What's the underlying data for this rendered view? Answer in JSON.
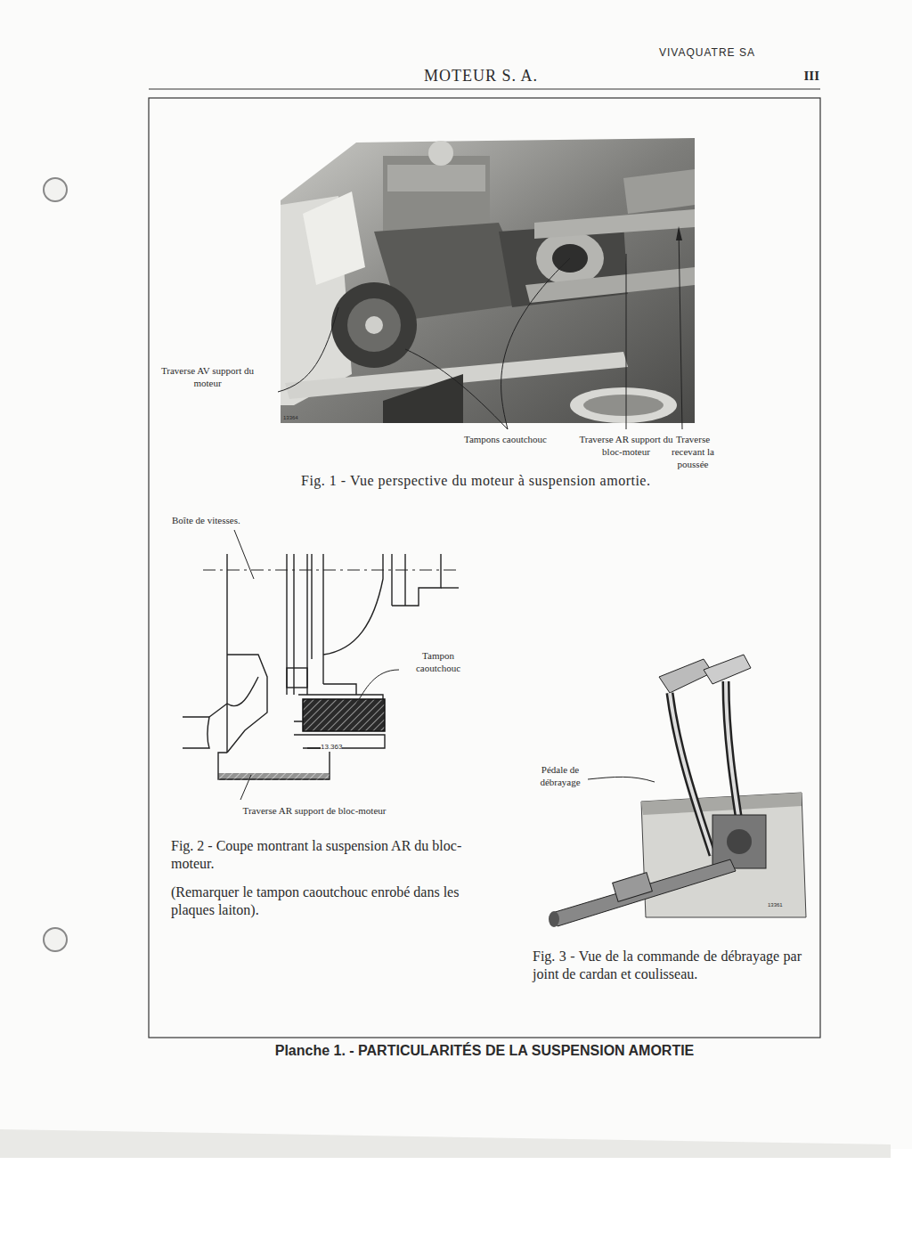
{
  "diagram": {
    "title": "MOTEUR S. A.",
    "caption": "Planche 1. - PARTICULARITÉS DE LA SUSPENSION AMORTIE",
    "labels": [
      "VIVAQUATRE SA",
      "III",
      "13364",
      "Traverse AV support du moteur",
      "Tampons caoutchouc",
      "Traverse AR support du bloc-moteur",
      "Traverse recevant la poussée",
      "Fig. 1 - Vue perspective du moteur à suspension amortie.",
      "Boîte de vitesses.",
      "Tampon caoutchouc",
      "13.363",
      "Traverse AR support de bloc-moteur",
      "Fig. 2 - Coupe montrant la suspension AR du bloc-moteur.",
      "(Remarquer le tampon caoutchouc enrobé dans les plaques laiton).",
      "Pédale de débrayage",
      "13361",
      "Fig. 3 - Vue de la commande de débrayage par joint de cardan et coulisseau."
    ]
  }
}
